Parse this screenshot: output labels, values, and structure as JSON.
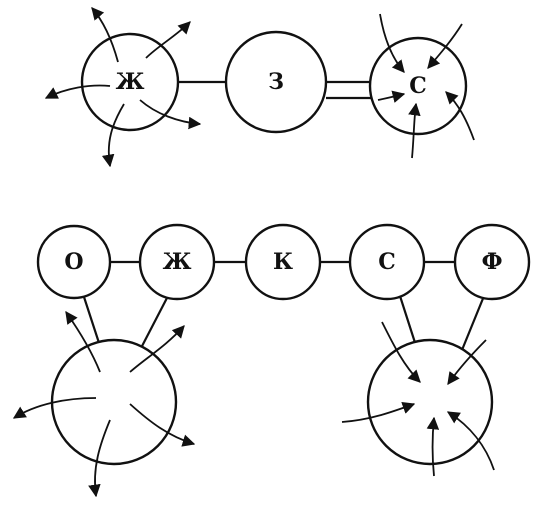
{
  "top_chain": {
    "left_label": "Ж",
    "middle_label": "З",
    "right_label": "С"
  },
  "bottom_chain": {
    "labels": [
      "О",
      "Ж",
      "К",
      "С",
      "Ф"
    ]
  }
}
